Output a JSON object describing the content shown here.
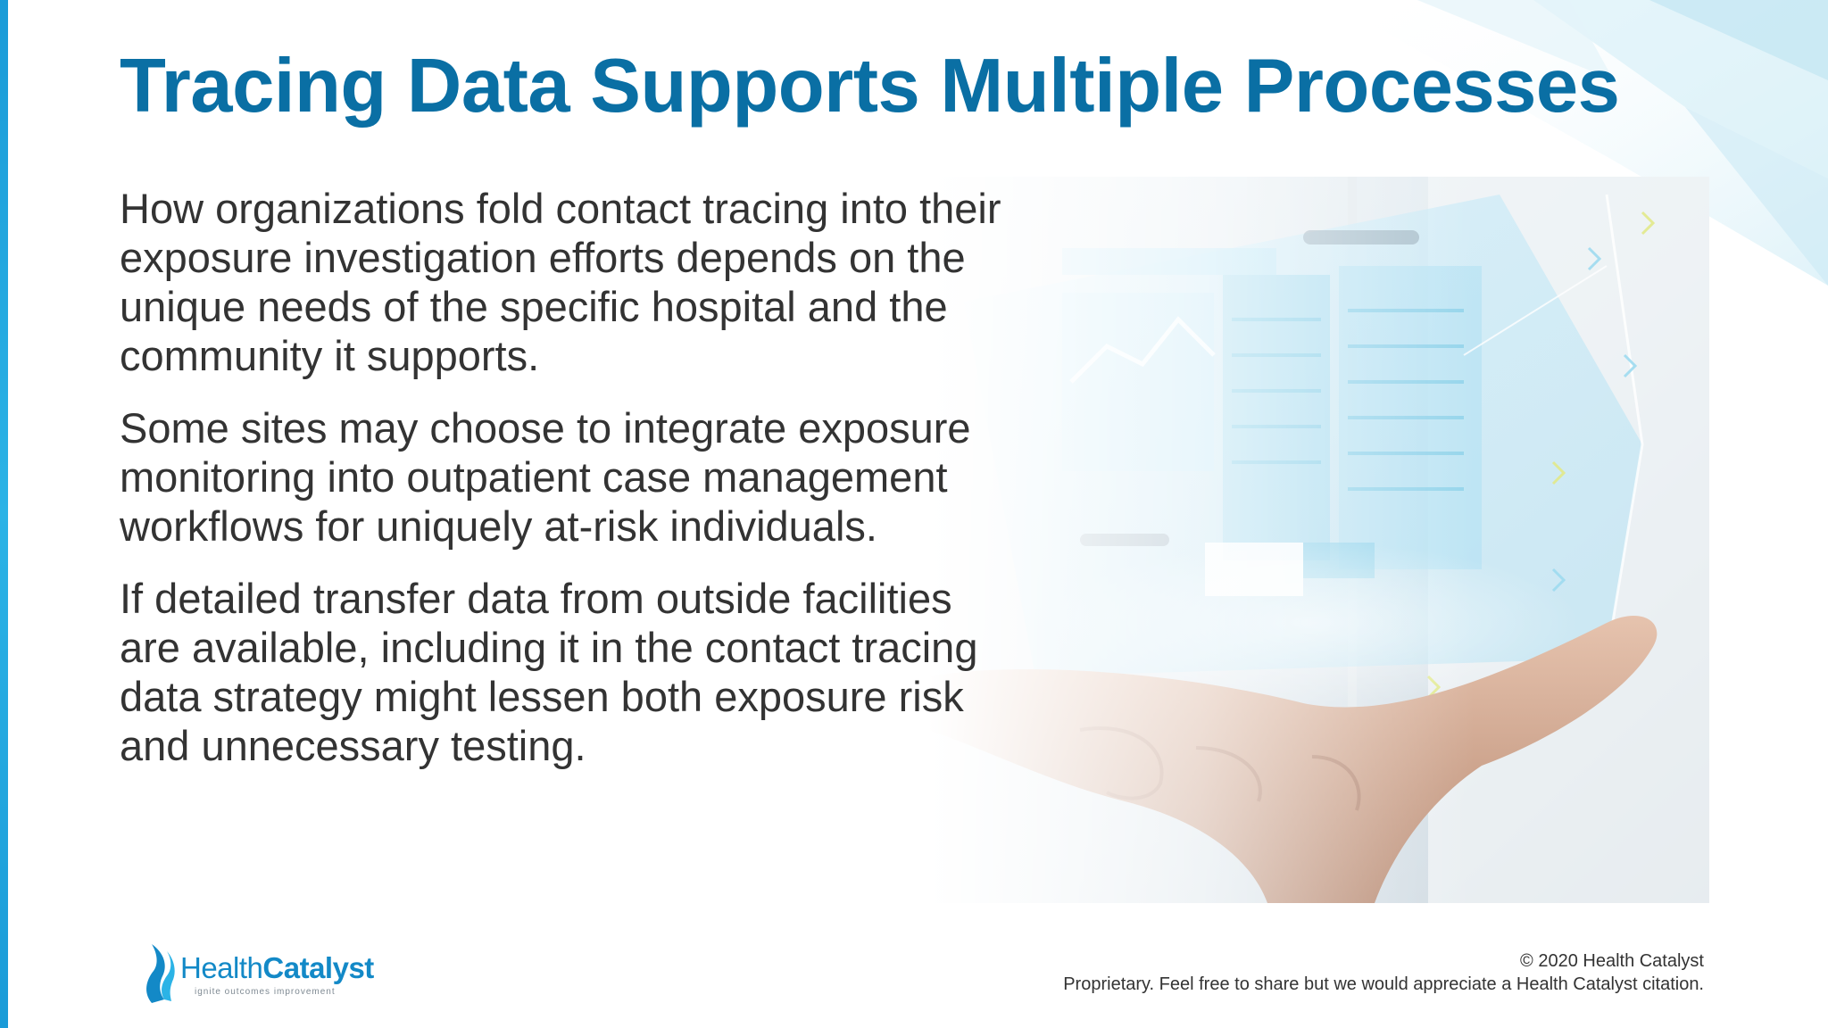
{
  "slide": {
    "title": "Tracing Data Supports Multiple Processes",
    "paragraphs": [
      "How organizations fold contact tracing into their exposure investigation efforts depends on the unique needs of the specific hospital and the community it supports.",
      "Some sites may choose to integrate exposure monitoring into outpatient case management workflows for uniquely at-risk individuals.",
      "If detailed transfer data from outside facilities are available, including it in the contact tracing data strategy might lessen both exposure risk and unnecessary testing."
    ]
  },
  "logo": {
    "name_part1": "Health",
    "name_part2": "Catalyst",
    "tagline": "ignite outcomes improvement"
  },
  "footer": {
    "copyright": "© 2020 Health Catalyst",
    "notice": "Proprietary. Feel free to share but we would appreciate a Health Catalyst citation."
  },
  "colors": {
    "title": "#0a6fa4",
    "brand": "#1389c7",
    "body_text": "#333333",
    "accent_strip": "#1a9bd8"
  },
  "image": {
    "icon": "hand-holding-holographic-screen-icon"
  }
}
